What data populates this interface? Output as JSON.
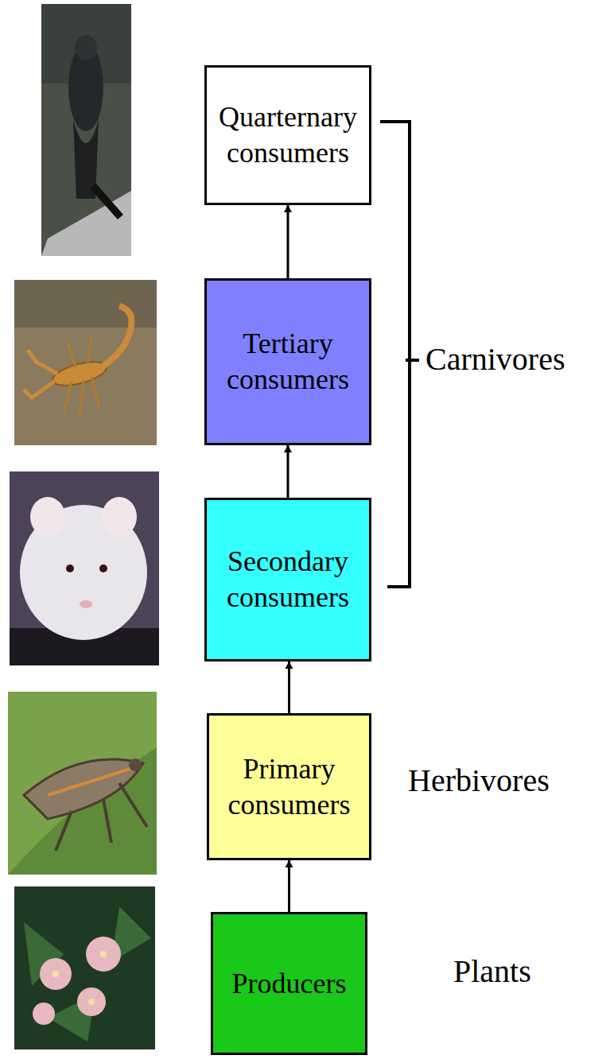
{
  "diagram": {
    "nodes": [
      {
        "text": [
          "Quarternary consumers"
        ]
      },
      {
        "text": [
          "Tertiary consumers"
        ]
      },
      {
        "text": [
          "Secondary consumers"
        ]
      },
      {
        "text": [
          "Primary consumers"
        ]
      },
      {
        "text": [
          "Producers"
        ]
      }
    ],
    "edges": [
      {
        "from": 4,
        "to": 3,
        "arrow": "to"
      },
      {
        "from": 3,
        "to": 2,
        "arrow": "to"
      },
      {
        "from": 2,
        "to": 1,
        "arrow": "to"
      },
      {
        "from": 1,
        "to": 0,
        "arrow": "to"
      }
    ],
    "labels": [
      "Carnivores",
      "Herbivores",
      "Plants"
    ]
  }
}
